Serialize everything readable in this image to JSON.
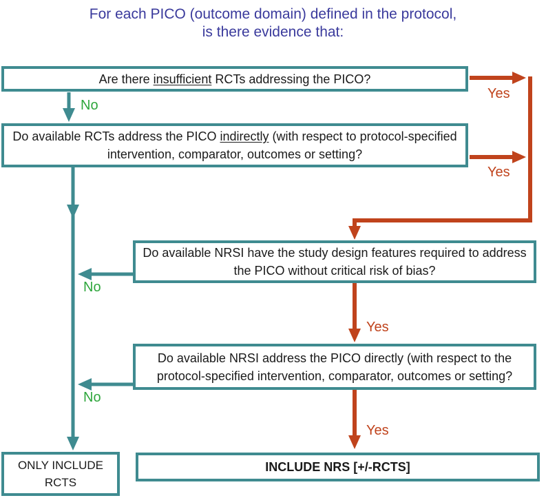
{
  "title": {
    "line1": "For each PICO (outcome domain) defined in the protocol,",
    "line2": "is there evidence that:"
  },
  "colors": {
    "teal": "#3F8B90",
    "orange": "#C0431C",
    "green": "#2EA63C",
    "title_blue": "#3A3A9C",
    "text_black": "#1a1a1a"
  },
  "boxes": {
    "q1": {
      "pre": "Are there ",
      "underlined": "insufficient",
      "post": " RCTs addressing the PICO?"
    },
    "q2": {
      "pre": "Do available RCTs address the PICO ",
      "underlined": "indirectly",
      "post": " (with respect to protocol-specified intervention, comparator, outcomes or setting?"
    },
    "q3": {
      "text": "Do available NRSI have the study design features required to address the PICO without critical risk of bias?"
    },
    "q4": {
      "text": "Do available NRSI address the PICO directly (with respect to the protocol-specified intervention, comparator, outcomes or setting?"
    },
    "outcome_rcts": {
      "text": "ONLY INCLUDE RCTS"
    },
    "outcome_nrs": {
      "text": "INCLUDE NRS [+/-RCTS]"
    }
  },
  "labels": {
    "no1": "No",
    "no2": "No",
    "no3": "No",
    "yes1": "Yes",
    "yes2": "Yes",
    "yes3": "Yes",
    "yes4": "Yes"
  }
}
